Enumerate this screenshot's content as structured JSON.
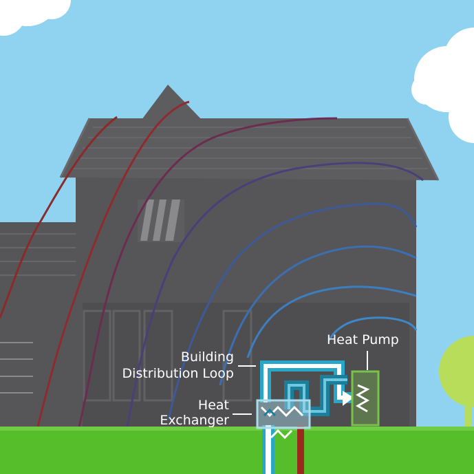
{
  "labels": {
    "heat_pump": "Heat Pump",
    "building_line1": "Building",
    "building_line2": "Distribution Loop",
    "exchanger_line1": "Heat",
    "exchanger_line2": "Exchanger"
  },
  "colors": {
    "sky": "#8fd3f0",
    "house": "#565659",
    "house_dark": "#4a4a4d",
    "ground": "#56be2b",
    "ground_dark": "#3f9e1f",
    "loop_outer": "#2aa7c8",
    "loop_inner": "#1b7f9c",
    "heat_pump_box": "#7ac34a",
    "exchanger_box": "#a9dcea",
    "return_pipe": "#9b2a1c",
    "label_text": "#ffffff"
  }
}
